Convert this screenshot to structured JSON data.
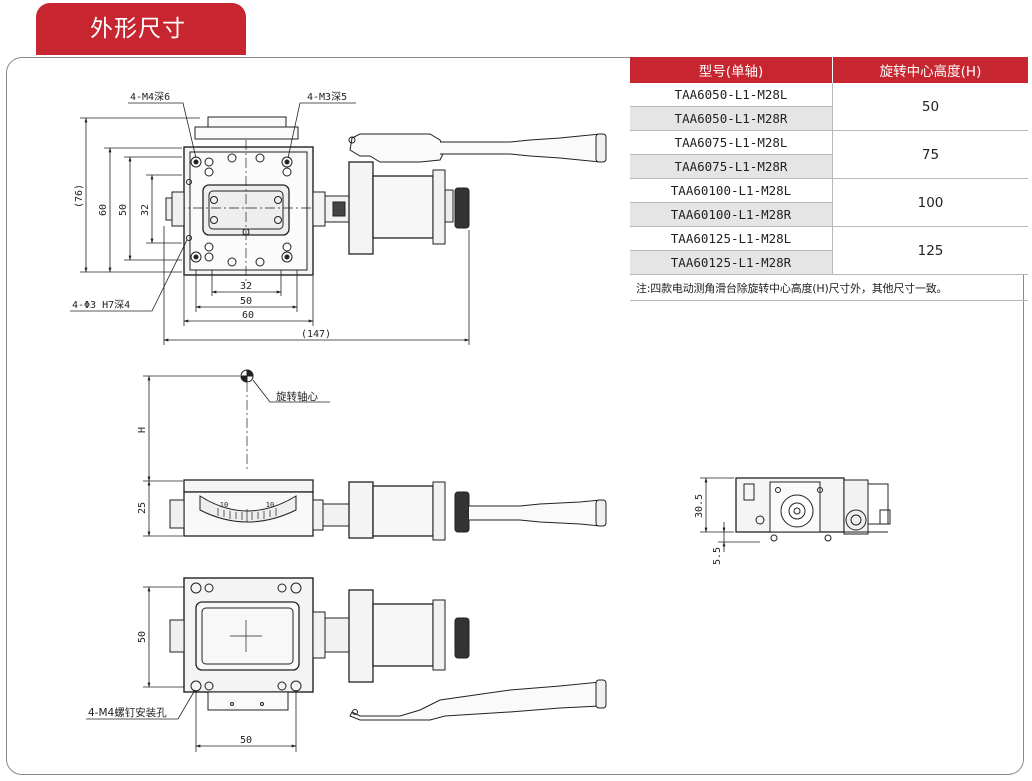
{
  "section_title": "外形尺寸",
  "table": {
    "header_model": "型号(单轴)",
    "header_height": "旋转中心高度(H)",
    "groups": [
      {
        "models": [
          "TAA6050-L1-M28L",
          "TAA6050-L1-M28R"
        ],
        "height": "50"
      },
      {
        "models": [
          "TAA6075-L1-M28L",
          "TAA6075-L1-M28R"
        ],
        "height": "75"
      },
      {
        "models": [
          "TAA60100-L1-M28L",
          "TAA60100-L1-M28R"
        ],
        "height": "100"
      },
      {
        "models": [
          "TAA60125-L1-M28L",
          "TAA60125-L1-M28R"
        ],
        "height": "125"
      }
    ],
    "note": "注:四款电动测角滑台除旋转中心高度(H)尺寸外，其他尺寸一致。"
  },
  "drawing": {
    "top_view": {
      "callout_m4": "4-M4深6",
      "callout_m3": "4-M3深5",
      "callout_pin": "4-Φ3 H7深4",
      "dim_76": "(76)",
      "dim_60_v": "60",
      "dim_50_v": "50",
      "dim_32_v": "32",
      "dim_32_h": "32",
      "dim_50_h": "50",
      "dim_60_h": "60",
      "dim_147": "(147)"
    },
    "front_view": {
      "axis_label": "旋转轴心",
      "dim_h": "H",
      "dim_25": "25",
      "scale_left": "10",
      "scale_right": "10"
    },
    "bottom_view": {
      "dim_50_v": "50",
      "callout_mount": "4-M4螺钉安装孔",
      "dim_50_h": "50"
    },
    "side_view": {
      "dim_30_5": "30.5",
      "dim_5_5": "5.5"
    }
  }
}
